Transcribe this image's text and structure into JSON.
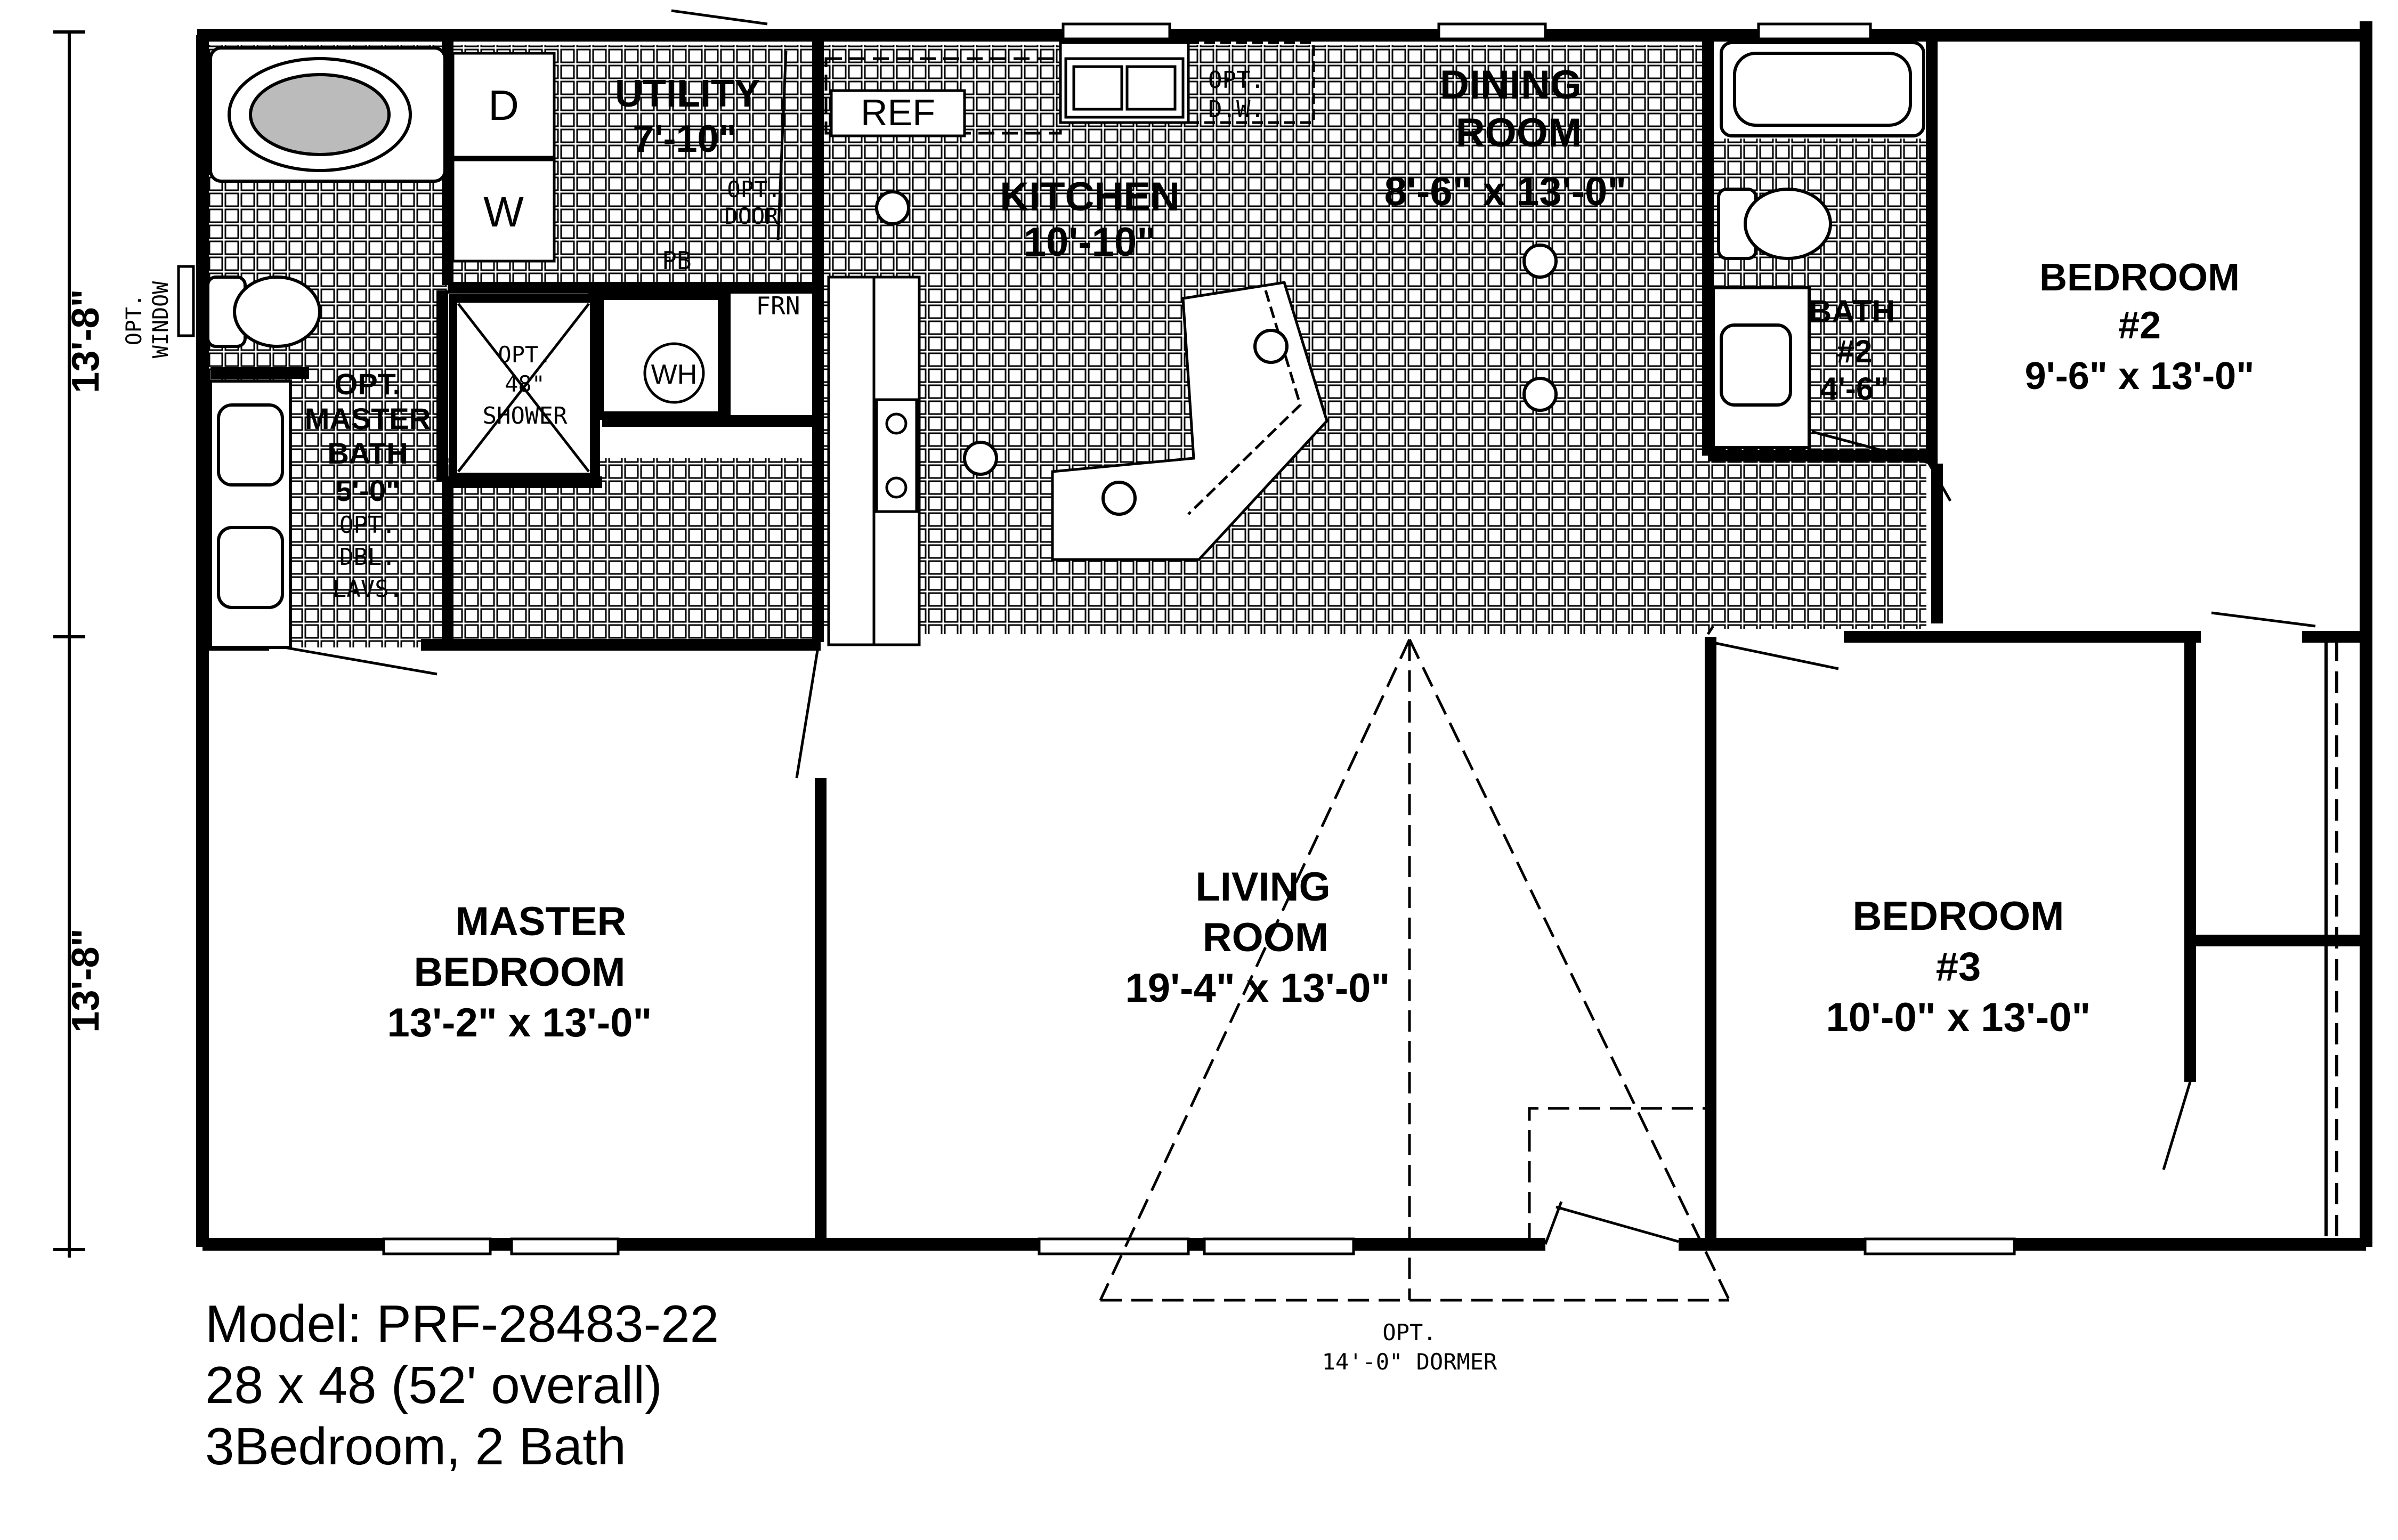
{
  "dimensions": {
    "upper_depth": "13'-8\"",
    "lower_depth": "13'-8\"",
    "opt_window": [
      "OPT.",
      "WINDOW"
    ]
  },
  "rooms": {
    "utility": {
      "name": "UTILITY",
      "size": "7'-10\""
    },
    "kitchen": {
      "name": "KITCHEN",
      "size": "10'-10\""
    },
    "dining": {
      "name_line1": "DINING",
      "name_line2": "ROOM",
      "size": "8'-6\" x 13'-0\""
    },
    "bedroom2": {
      "name": "BEDROOM",
      "number": "#2",
      "size": "9'-6\" x 13'-0\""
    },
    "bath2": {
      "name": "BATH",
      "number": "#2",
      "size": "4'-6\""
    },
    "master_bath": {
      "line1": "OPT.",
      "line2": "MASTER",
      "line3": "BATH",
      "size": "5'-0\"",
      "note1": "OPT.",
      "note2": "DBL.",
      "note3": "LAVS."
    },
    "master_bedroom": {
      "name_line1": "MASTER",
      "name_line2": "BEDROOM",
      "size": "13'-2\" x 13'-0\""
    },
    "living": {
      "name_line1": "LIVING",
      "name_line2": "ROOM",
      "size": "19'-4\" x 13'-0\""
    },
    "bedroom3": {
      "name": "BEDROOM",
      "number": "#3",
      "size": "10'-0\" x 13'-0\""
    }
  },
  "fixtures": {
    "dryer": "D",
    "washer": "W",
    "refrigerator": "REF",
    "dishwasher_line1": "OPT.",
    "dishwasher_line2": "D.W.",
    "opt_door_line1": "OPT.",
    "opt_door_line2": "DOOR",
    "pb": "PB",
    "frn": "FRN",
    "water_heater": "WH",
    "shower_line1": "OPT.",
    "shower_line2": "48\"",
    "shower_line3": "SHOWER",
    "dormer_line1": "OPT.",
    "dormer_line2": "14'-0\" DORMER"
  },
  "caption": {
    "model": "Model: PRF-28483-22",
    "size": "28 x 48 (52' overall)",
    "layout": "3Bedroom, 2 Bath"
  }
}
